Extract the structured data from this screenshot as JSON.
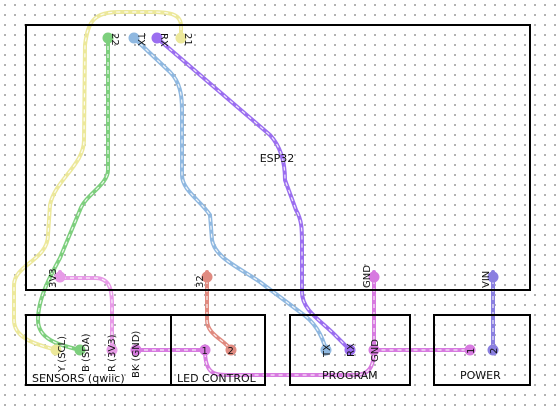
{
  "esp32": {
    "label": "ESP32",
    "top_pins": [
      {
        "label": "22",
        "color": "#7dcf7d"
      },
      {
        "label": "TX",
        "color": "#8fb8e0"
      },
      {
        "label": "RX",
        "color": "#9b6ef0"
      },
      {
        "label": "21",
        "color": "#ece89a"
      }
    ],
    "bottom_pins": [
      {
        "label": "3V3",
        "color": "#e79ae7"
      },
      {
        "label": "32",
        "color": "#e08a80"
      },
      {
        "label": "GND",
        "color": "#d77ae0"
      },
      {
        "label": "VIN",
        "color": "#8a7fe0"
      }
    ]
  },
  "sensors": {
    "label": "SENSORS (qwiic)",
    "pins": [
      {
        "label": "Y (SCL)",
        "color": "#ece89a"
      },
      {
        "label": "B (SDA)",
        "color": "#7dcf7d"
      },
      {
        "label": "R (3V3)",
        "color": "#e79ae7"
      },
      {
        "label": "BK (GND)",
        "color": "#d77ae0"
      }
    ]
  },
  "led_control": {
    "label": "LED CONTROL",
    "pins": [
      {
        "label": "1",
        "color": "#d77ae0"
      },
      {
        "label": "2",
        "color": "#e08a80"
      }
    ]
  },
  "program": {
    "label": "PROGRAM",
    "pins": [
      {
        "label": "TX",
        "color": "#8fb8e0"
      },
      {
        "label": "RX",
        "color": "#9b6ef0"
      },
      {
        "label": "GND",
        "color": "#d77ae0"
      }
    ]
  },
  "power": {
    "label": "POWER",
    "pins": [
      {
        "label": "1",
        "color": "#d77ae0"
      },
      {
        "label": "2",
        "color": "#8a7fe0"
      }
    ]
  },
  "wire_colors": {
    "yellow": "#ece89a",
    "green": "#7dcf7d",
    "blue": "#8fb8e0",
    "purple": "#9b6ef0",
    "pink": "#e79ae7",
    "magenta": "#d77ae0",
    "salmon": "#e08a80",
    "violet": "#8a7fe0"
  }
}
